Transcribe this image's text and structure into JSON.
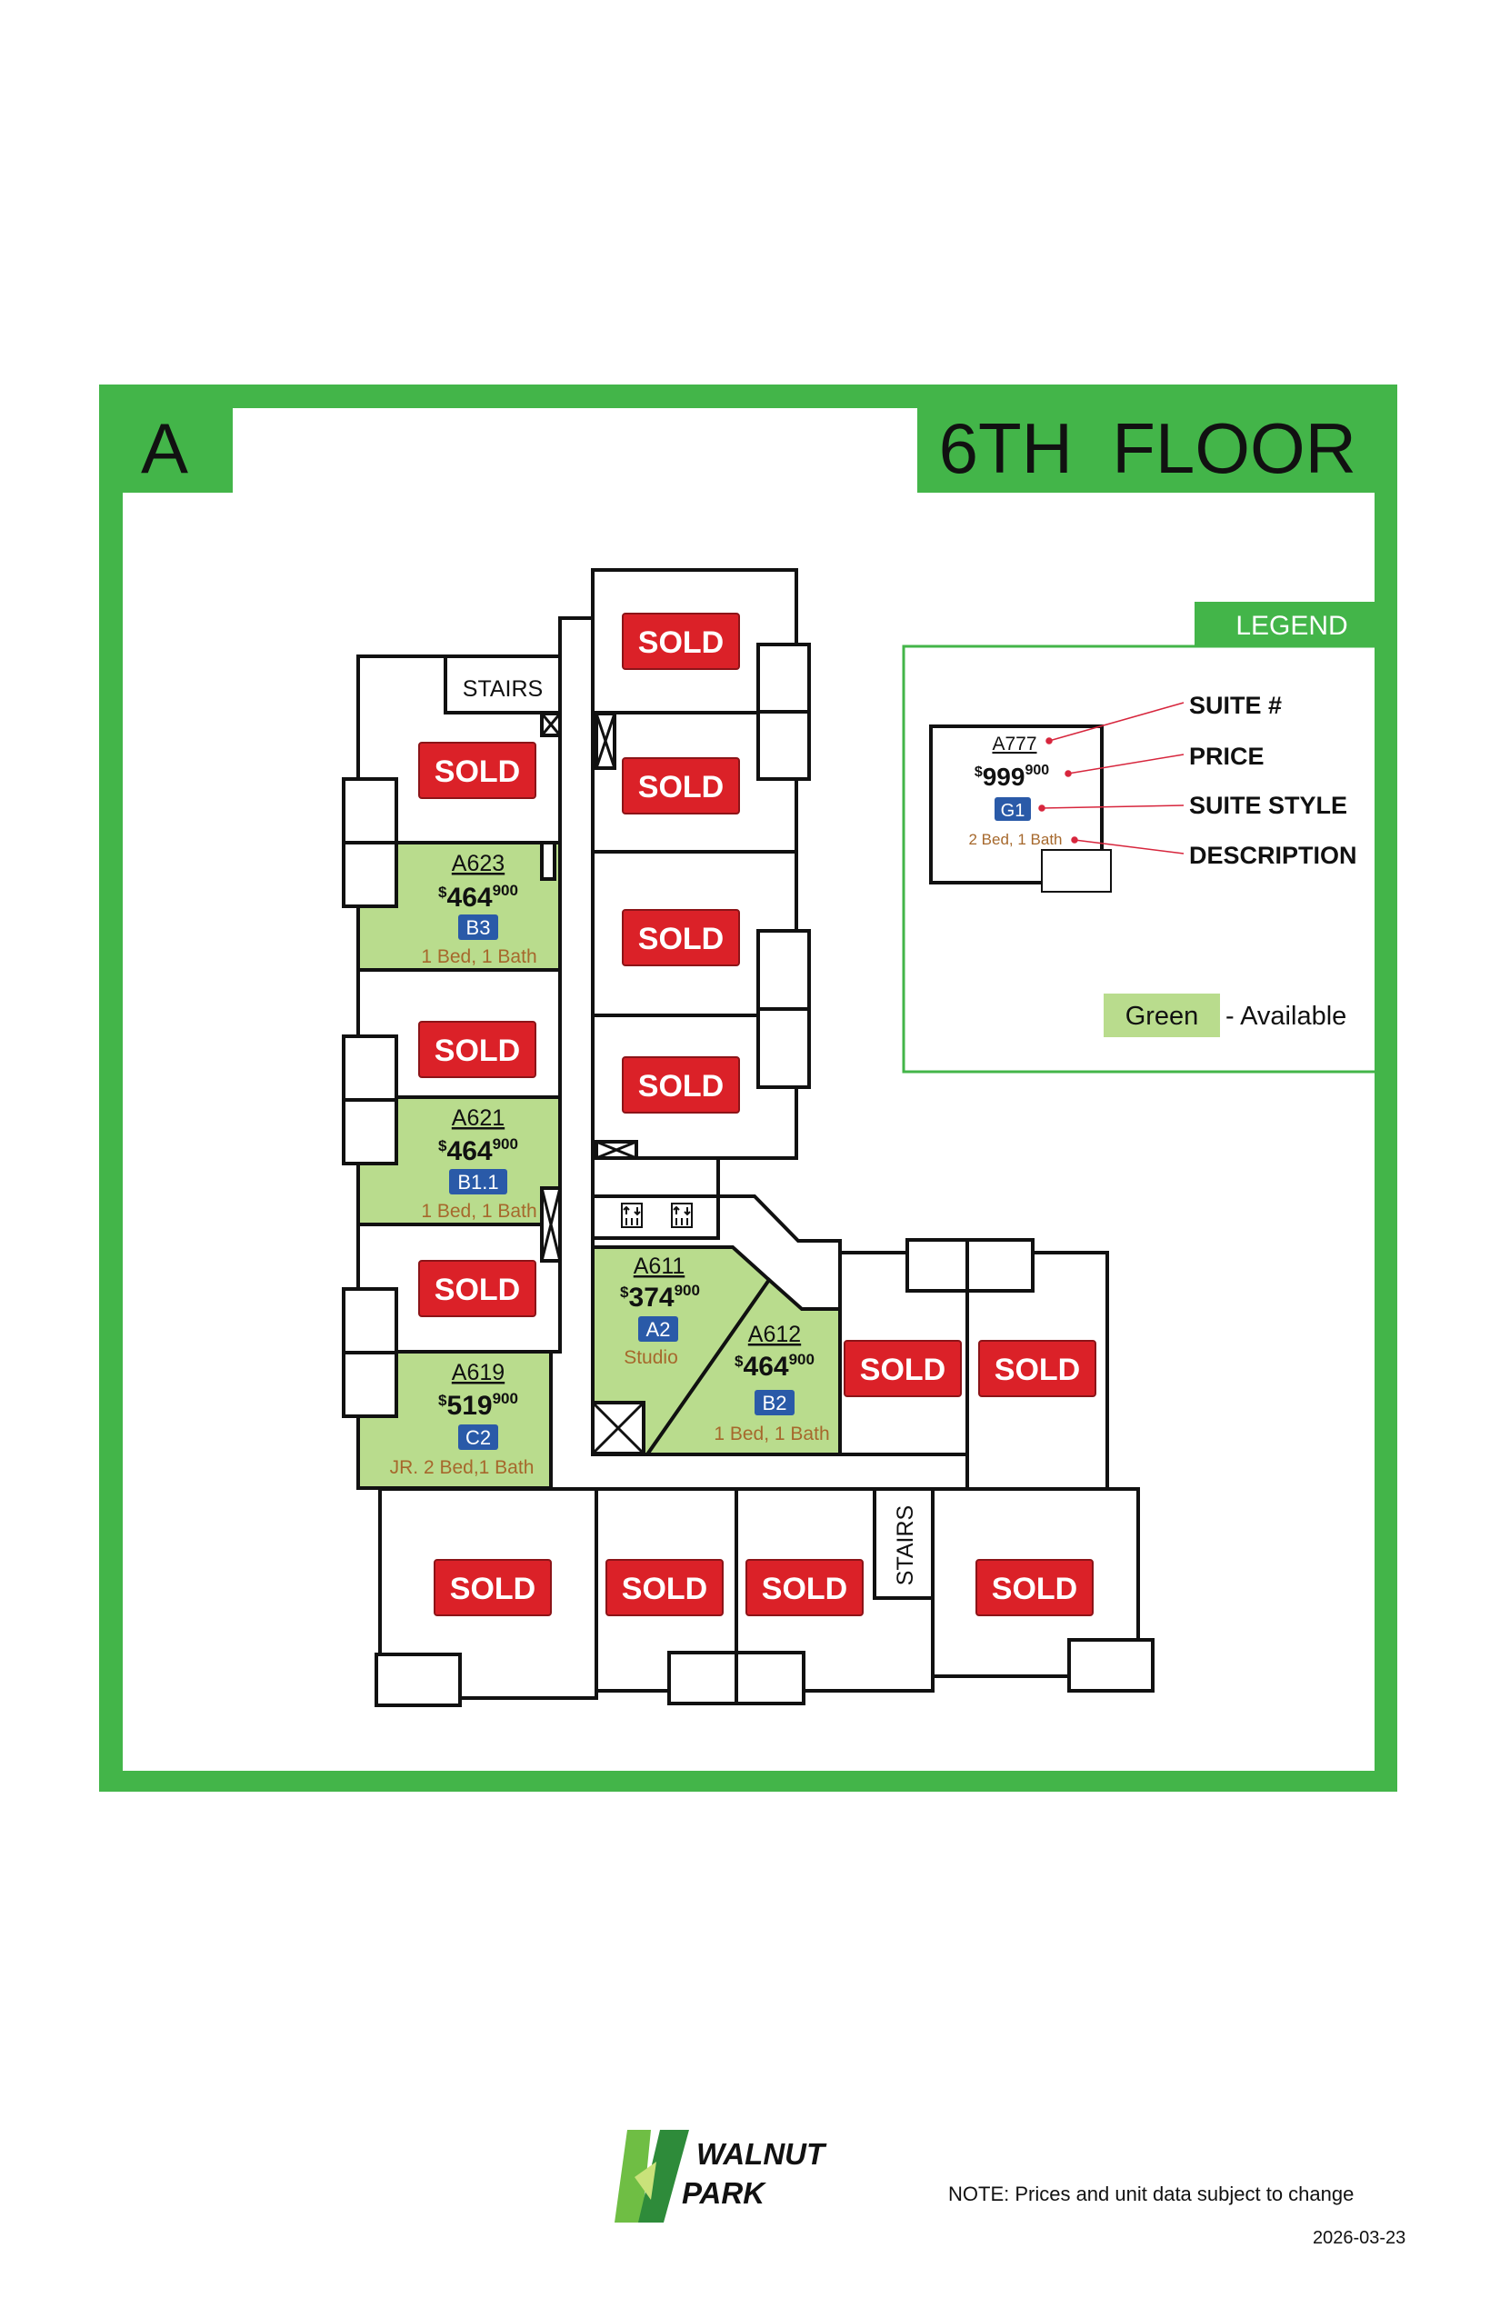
{
  "header": {
    "building": "A",
    "floor": "6TH  FLOOR"
  },
  "colors": {
    "frame_green": "#43b549",
    "available_green": "#b9dc8d",
    "sold_red": "#db2128",
    "style_blue": "#2a5aa8",
    "description_brown": "#a6682c"
  },
  "plan": {
    "stairs_top": "STAIRS",
    "stairs_bottom": "STAIRS",
    "sold_label": "SOLD",
    "elevator_icon": "elevator-icon"
  },
  "units": {
    "A623": {
      "suite": "A623",
      "price_main": "464",
      "price_cents": "900",
      "style": "B3",
      "description": "1 Bed, 1 Bath"
    },
    "A621": {
      "suite": "A621",
      "price_main": "464",
      "price_cents": "900",
      "style": "B1.1",
      "description": "1 Bed, 1 Bath"
    },
    "A619": {
      "suite": "A619",
      "price_main": "519",
      "price_cents": "900",
      "style": "C2",
      "description": "JR. 2 Bed,1 Bath"
    },
    "A611": {
      "suite": "A611",
      "price_main": "374",
      "price_cents": "900",
      "style": "A2",
      "description": "Studio"
    },
    "A612": {
      "suite": "A612",
      "price_main": "464",
      "price_cents": "900",
      "style": "B2",
      "description": "1 Bed, 1 Bath"
    }
  },
  "legend": {
    "title": "LEGEND",
    "sample_suite": "A777",
    "sample_price_main": "999",
    "sample_price_cents": "900",
    "sample_style": "G1",
    "sample_description": "2 Bed, 1 Bath",
    "label_suite": "SUITE #",
    "label_price": "PRICE",
    "label_style": "SUITE STYLE",
    "label_description": "DESCRIPTION",
    "swatch_label": "Green",
    "swatch_meaning": "- Available"
  },
  "footer": {
    "brand_line1": "WALNUT",
    "brand_line2": "PARK",
    "note": "NOTE: Prices and unit data subject to change",
    "date": "2026-03-23"
  }
}
